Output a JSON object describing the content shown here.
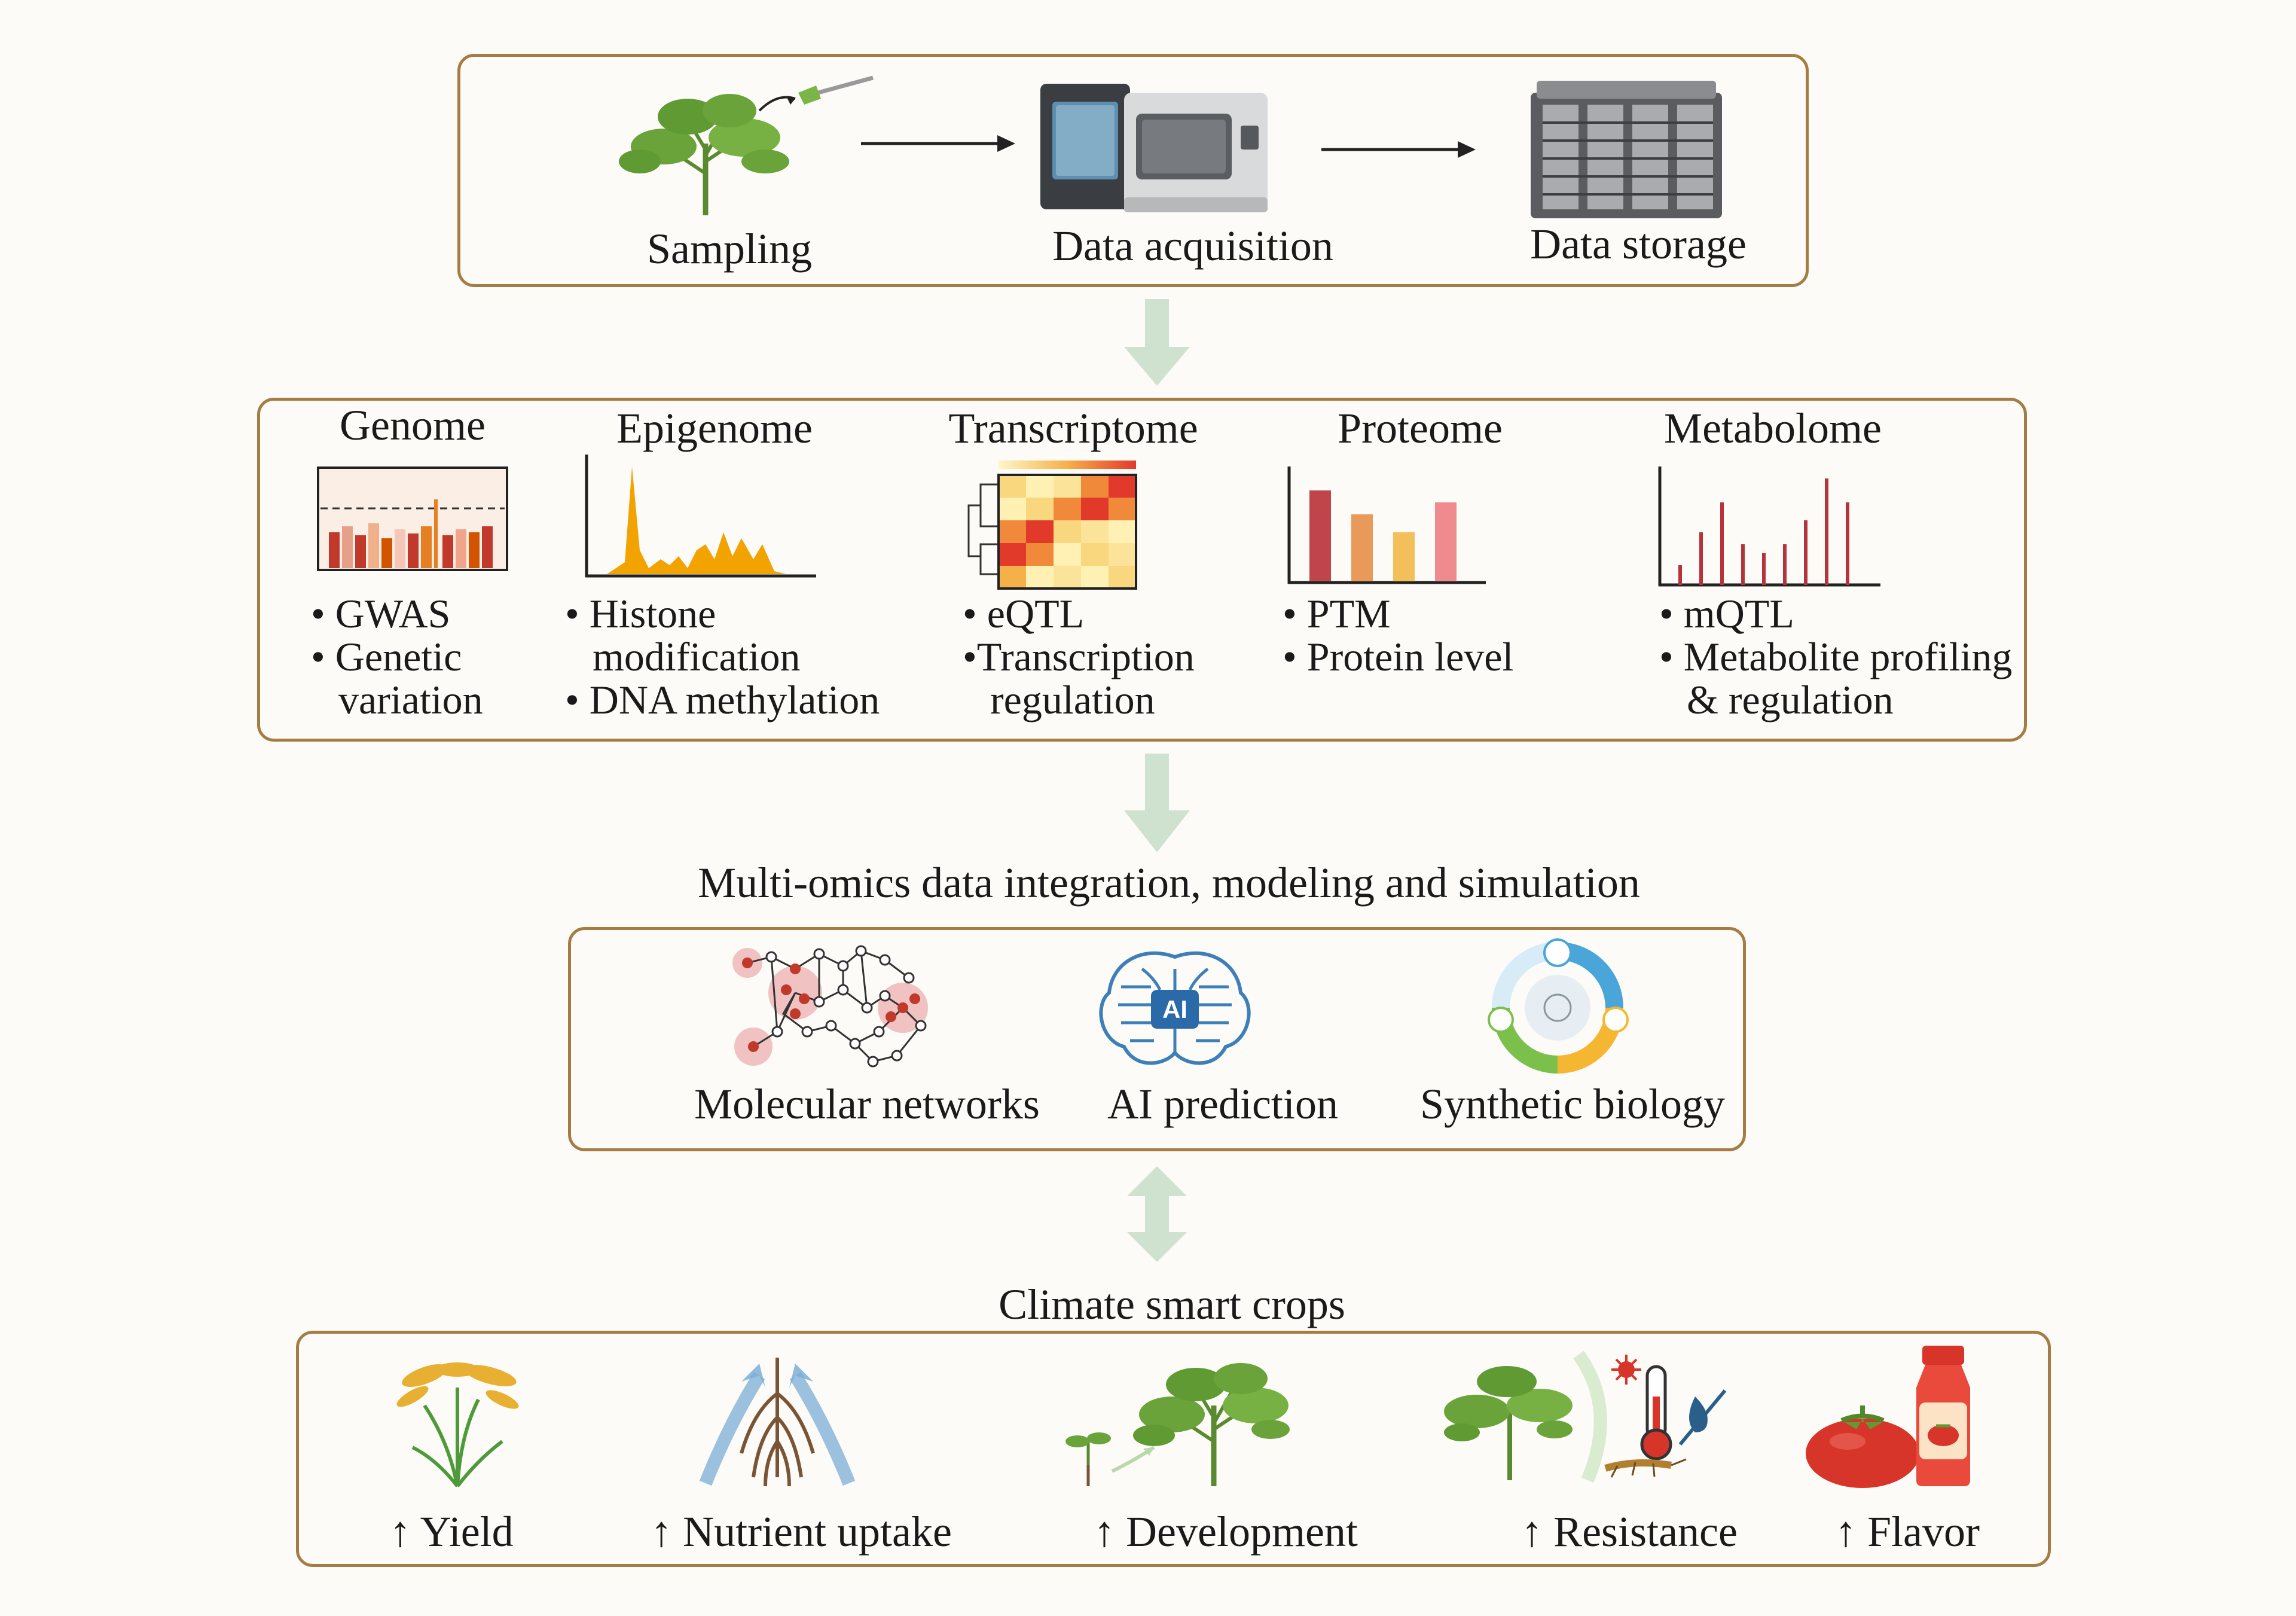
{
  "colors": {
    "border": "#a67c45",
    "flow_arrow": "#cfe1cf",
    "plant_green": "#6aa33a",
    "tomato_red": "#d8352a",
    "heat_yellow": "#f9d77e",
    "heat_orange": "#f08a3a",
    "heat_red": "#e23a2a",
    "peak_orange": "#f3a300",
    "bar_dark_red": "#c0454a",
    "bar_orange": "#e99a5a",
    "bar_yellow": "#f2bf5a",
    "bar_pink": "#ef8a8f",
    "spike_red": "#b5333a"
  },
  "pipeline": {
    "steps": [
      {
        "label": "Sampling",
        "icon": "plant-sampling-icon"
      },
      {
        "label": "Data acquisition",
        "icon": "sequencer-instrument-icon"
      },
      {
        "label": "Data storage",
        "icon": "server-rack-icon"
      }
    ]
  },
  "omics": {
    "layers": [
      {
        "title": "Genome",
        "icon": "manhattan-plot-icon",
        "bullets": [
          "• GWAS",
          "• Genetic",
          "variation"
        ]
      },
      {
        "title": "Epigenome",
        "icon": "peak-track-icon",
        "bullets": [
          "• Histone",
          "modification",
          "• DNA methylation"
        ]
      },
      {
        "title": "Transcriptome",
        "icon": "heatmap-dendrogram-icon",
        "bullets": [
          "• eQTL",
          "•Transcription",
          "regulation"
        ]
      },
      {
        "title": "Proteome",
        "icon": "bar-chart-icon",
        "bullets": [
          "• PTM",
          "• Protein level"
        ]
      },
      {
        "title": "Metabolome",
        "icon": "mass-spectrum-icon",
        "bullets": [
          "• mQTL",
          "• Metabolite profiling",
          "& regulation"
        ]
      }
    ]
  },
  "integration": {
    "heading": "Multi-omics data integration, modeling and simulation",
    "items": [
      {
        "label": "Molecular networks",
        "icon": "network-graph-icon"
      },
      {
        "label": "AI prediction",
        "icon": "ai-brain-icon"
      },
      {
        "label": "Synthetic biology",
        "icon": "synthetic-biology-cycle-icon"
      }
    ]
  },
  "crops": {
    "heading": "Climate smart crops",
    "items": [
      {
        "label": "↑ Yield",
        "icon": "rice-plant-icon"
      },
      {
        "label": "↑ Nutrient uptake",
        "icon": "root-system-icon"
      },
      {
        "label": "↑ Development",
        "icon": "seedling-growth-icon"
      },
      {
        "label": "↑ Resistance",
        "icon": "stress-resistance-icon"
      },
      {
        "label": "↑ Flavor",
        "icon": "tomato-juice-icon"
      }
    ]
  }
}
